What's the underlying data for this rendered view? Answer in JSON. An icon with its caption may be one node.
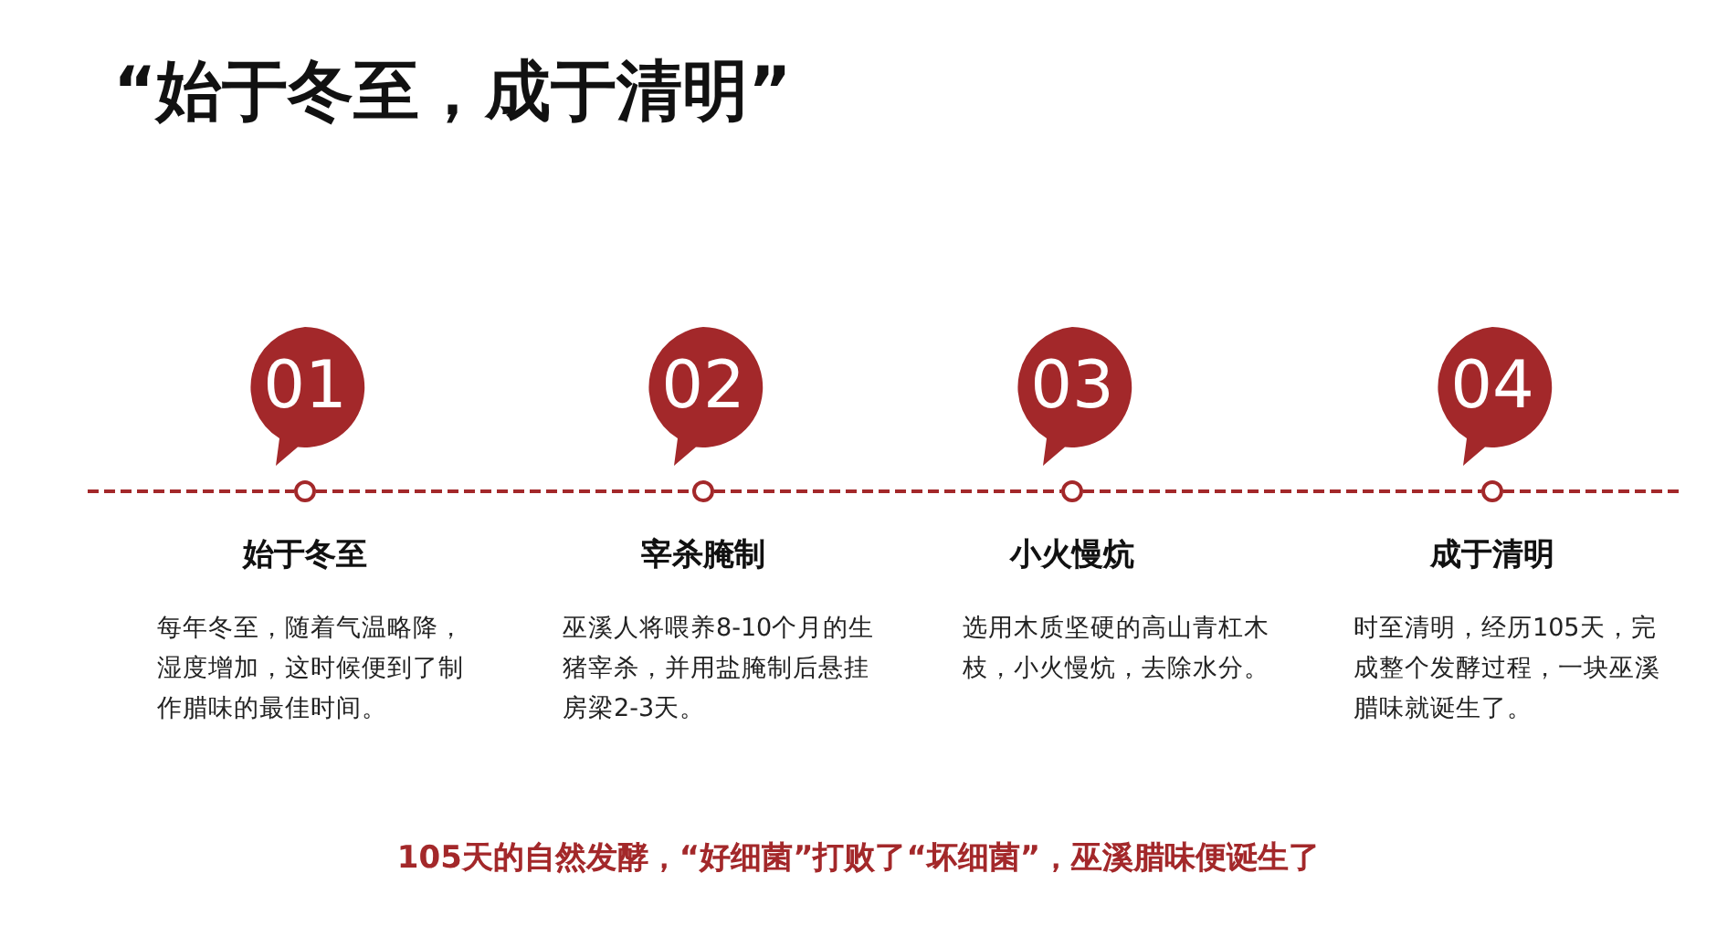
{
  "diagram": {
    "title": "“始于冬至，成于清明”",
    "nodes": [
      {
        "text": [
          "01"
        ]
      },
      {
        "text": [
          "02"
        ]
      },
      {
        "text": [
          "03"
        ]
      },
      {
        "text": [
          "04"
        ]
      },
      {
        "text": [],
        "shape": "circle"
      },
      {
        "text": [],
        "shape": "circle"
      },
      {
        "text": [],
        "shape": "circle"
      },
      {
        "text": [],
        "shape": "circle"
      },
      {
        "text": [
          "始于冬至",
          "每年冬至，随着气温略降，湿度增加，这时候便到了制作腊味的最佳时间。"
        ]
      },
      {
        "text": [
          "宰杀腌制",
          "巫溪人将喂养8-10个月的生猪宰杀，并用盐腌制后悬挂房梁2-3天。"
        ]
      },
      {
        "text": [
          "小火慢炕",
          "选用木质坚硬的高山青杠木枝，小火慢炕，去除水分。"
        ]
      },
      {
        "text": [
          "成于清明",
          "时至清明，经历105天，完成整个发酵过程，一块巫溪腊味就诞生了。"
        ]
      }
    ],
    "edges": [
      {
        "from": null,
        "to": 4,
        "arrow": "none",
        "style": "dashed"
      },
      {
        "from": 4,
        "to": 5,
        "arrow": "none",
        "style": "dashed"
      },
      {
        "from": 5,
        "to": 6,
        "arrow": "none",
        "style": "dashed"
      },
      {
        "from": 6,
        "to": 7,
        "arrow": "none",
        "style": "dashed"
      },
      {
        "from": 7,
        "to": null,
        "arrow": "none",
        "style": "dashed"
      }
    ],
    "labels": [
      "105天的自然发酵，“好细菌”打败了“坏细菌”，巫溪腊味便诞生了"
    ]
  }
}
